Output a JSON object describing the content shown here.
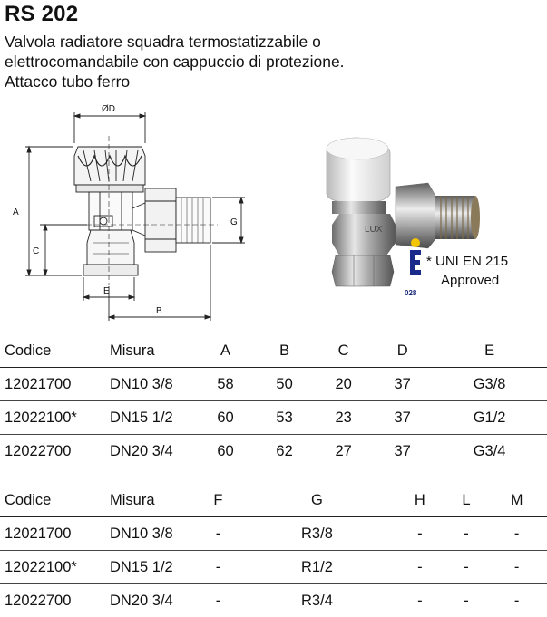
{
  "header": {
    "title": "RS 202",
    "desc_lines": [
      "Valvola radiatore squadra termostatizzabile o",
      "elettrocomandabile con cappuccio di protezione.",
      "Attacco tubo ferro"
    ]
  },
  "drawing": {
    "labels": {
      "d": "ØD",
      "a": "A",
      "c": "C",
      "g": "G",
      "e": "E",
      "b": "B"
    }
  },
  "product_photo": {
    "brand_mark": "LUX"
  },
  "certification": {
    "line1": "* UNI EN 215",
    "line2": "Approved",
    "number": "028"
  },
  "table1": {
    "headers": [
      "Codice",
      "Misura",
      "A",
      "B",
      "C",
      "D",
      "E"
    ],
    "rows": [
      [
        "12021700",
        "DN10 3/8",
        "58",
        "50",
        "20",
        "37",
        "G3/8"
      ],
      [
        "12022100*",
        "DN15 1/2",
        "60",
        "53",
        "23",
        "37",
        "G1/2"
      ],
      [
        "12022700",
        "DN20 3/4",
        "60",
        "62",
        "27",
        "37",
        "G3/4"
      ]
    ]
  },
  "table2": {
    "headers": [
      "Codice",
      "Misura",
      "F",
      "G",
      "H",
      "L",
      "M"
    ],
    "rows": [
      [
        "12021700",
        "DN10 3/8",
        "-",
        "R3/8",
        "-",
        "-",
        "-"
      ],
      [
        "12022100*",
        "DN15 1/2",
        "-",
        "R1/2",
        "-",
        "-",
        "-"
      ],
      [
        "12022700",
        "DN20 3/4",
        "-",
        "R3/4",
        "-",
        "-",
        "-"
      ]
    ]
  }
}
